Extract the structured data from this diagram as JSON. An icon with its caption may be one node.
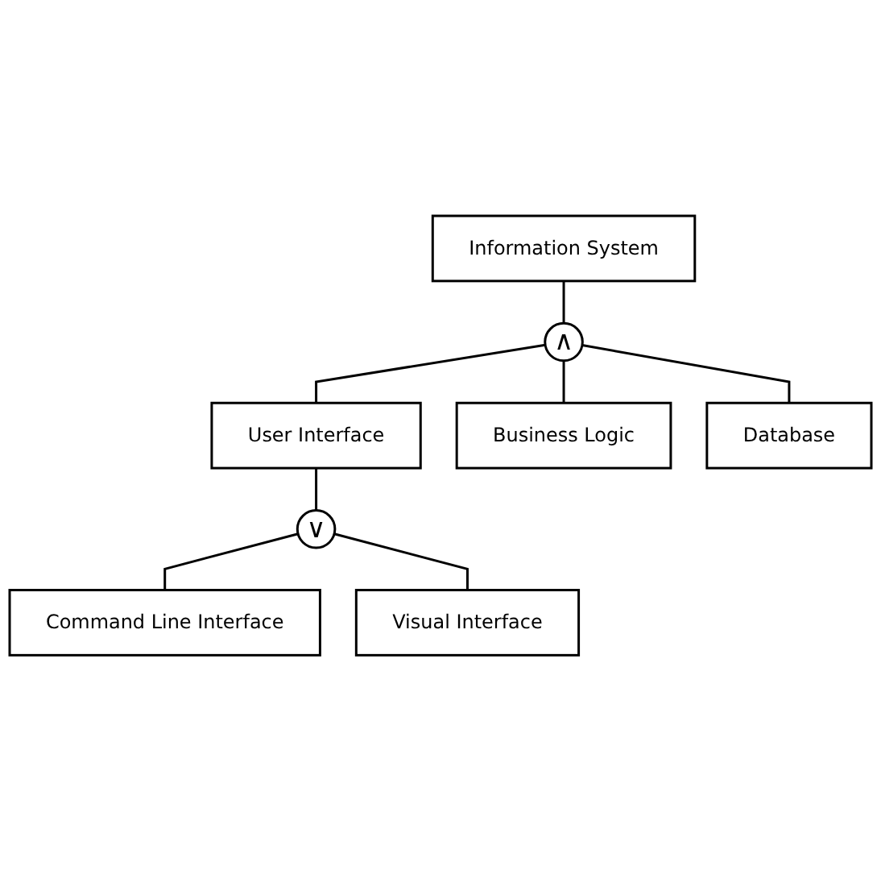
{
  "diagram": {
    "nodes": [
      {
        "text": [
          "Information System"
        ]
      },
      {
        "text": [
          "∧"
        ]
      },
      {
        "text": [
          "User Interface"
        ]
      },
      {
        "text": [
          "Business Logic"
        ]
      },
      {
        "text": [
          "Database"
        ]
      },
      {
        "text": [
          "∨"
        ]
      },
      {
        "text": [
          "Command Line Interface"
        ]
      },
      {
        "text": [
          "Visual Interface"
        ]
      }
    ],
    "edges": [
      {
        "from": 0,
        "to": 1,
        "arrow": "none"
      },
      {
        "from": 1,
        "to": 2,
        "arrow": "none"
      },
      {
        "from": 1,
        "to": 3,
        "arrow": "none"
      },
      {
        "from": 1,
        "to": 4,
        "arrow": "none"
      },
      {
        "from": 2,
        "to": 5,
        "arrow": "none"
      },
      {
        "from": 5,
        "to": 6,
        "arrow": "none"
      },
      {
        "from": 5,
        "to": 7,
        "arrow": "none"
      }
    ]
  }
}
